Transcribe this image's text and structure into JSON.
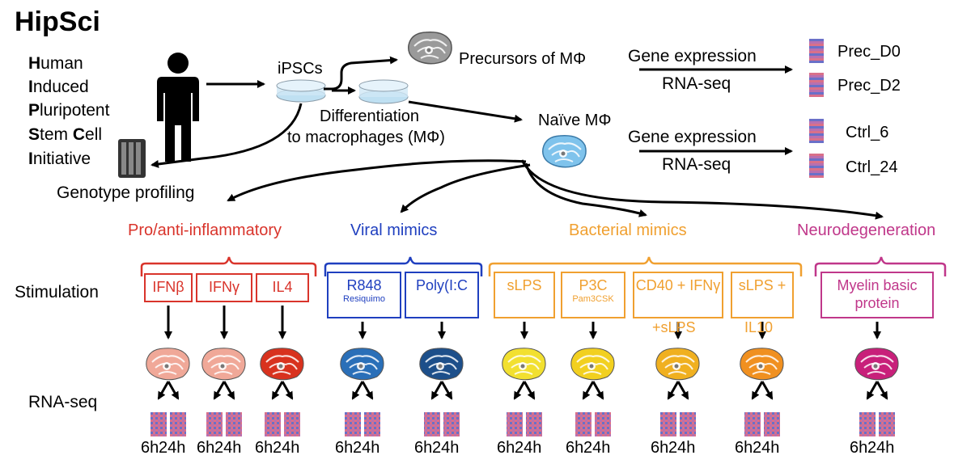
{
  "title": "HipSci",
  "acronym": [
    {
      "initial": "H",
      "rest": "uman"
    },
    {
      "initial": "I",
      "rest": "nduced"
    },
    {
      "initial": "P",
      "rest": "luripotent"
    },
    {
      "initial": "S",
      "rest": "tem ",
      "initial2": "C",
      "rest2": "ell"
    },
    {
      "initial": "I",
      "rest": "nitiative"
    }
  ],
  "labels": {
    "ipscs": "iPSCs",
    "precursors": "Precursors of MΦ",
    "differentiation_1": "Differentiation",
    "differentiation_2": "to macrophages (MΦ)",
    "naive": "Naïve MΦ",
    "genotype": "Genotype profiling",
    "gene_expression_1": "Gene expression",
    "rna_seq_1": "RNA-seq",
    "gene_expression_2": "Gene expression",
    "rna_seq_2": "RNA-seq",
    "stimulation": "Stimulation",
    "rna_seq_row": "RNA-seq"
  },
  "samples": [
    "Prec_D0",
    "Prec_D2",
    "Ctrl_6",
    "Ctrl_24"
  ],
  "categories": [
    {
      "name": "Pro/anti-inflammatory",
      "color": "#d9342b"
    },
    {
      "name": "Viral mimics",
      "color": "#1f3fbf"
    },
    {
      "name": "Bacterial mimics",
      "color": "#f0a030"
    },
    {
      "name": "Neurodegeneration",
      "color": "#c0378a"
    }
  ],
  "stimuli": [
    {
      "label": "IFNβ",
      "sub": "",
      "category": "Pro/anti-inflammatory",
      "cell_color": "#f0a898"
    },
    {
      "label": "IFNγ",
      "sub": "",
      "category": "Pro/anti-inflammatory",
      "cell_color": "#f0a898"
    },
    {
      "label": "IL4",
      "sub": "",
      "category": "Pro/anti-inflammatory",
      "cell_color": "#d8321e"
    },
    {
      "label": "R848",
      "sub": "Resiquimo",
      "category": "Viral mimics",
      "cell_color": "#2a6fb8"
    },
    {
      "label": "Poly(I:C",
      "sub": "",
      "category": "Viral mimics",
      "cell_color": "#1d4f8a"
    },
    {
      "label": "sLPS",
      "sub": "",
      "category": "Bacterial mimics",
      "cell_color": "#f2e030"
    },
    {
      "label": "P3C",
      "sub": "Pam3CSK",
      "category": "Bacterial mimics",
      "cell_color": "#f2d020"
    },
    {
      "label": "CD40 + IFNγ",
      "sub": "+sLPS",
      "category": "Bacterial mimics",
      "cell_color": "#f0b020"
    },
    {
      "label": "sLPS +",
      "sub": "IL10",
      "category": "Bacterial mimics",
      "cell_color": "#f09020"
    },
    {
      "label": "Myelin basic protein",
      "sub": "",
      "category": "Neurodegeneration",
      "cell_color": "#c8207a"
    }
  ],
  "timepoints": [
    "6h",
    "24h"
  ]
}
